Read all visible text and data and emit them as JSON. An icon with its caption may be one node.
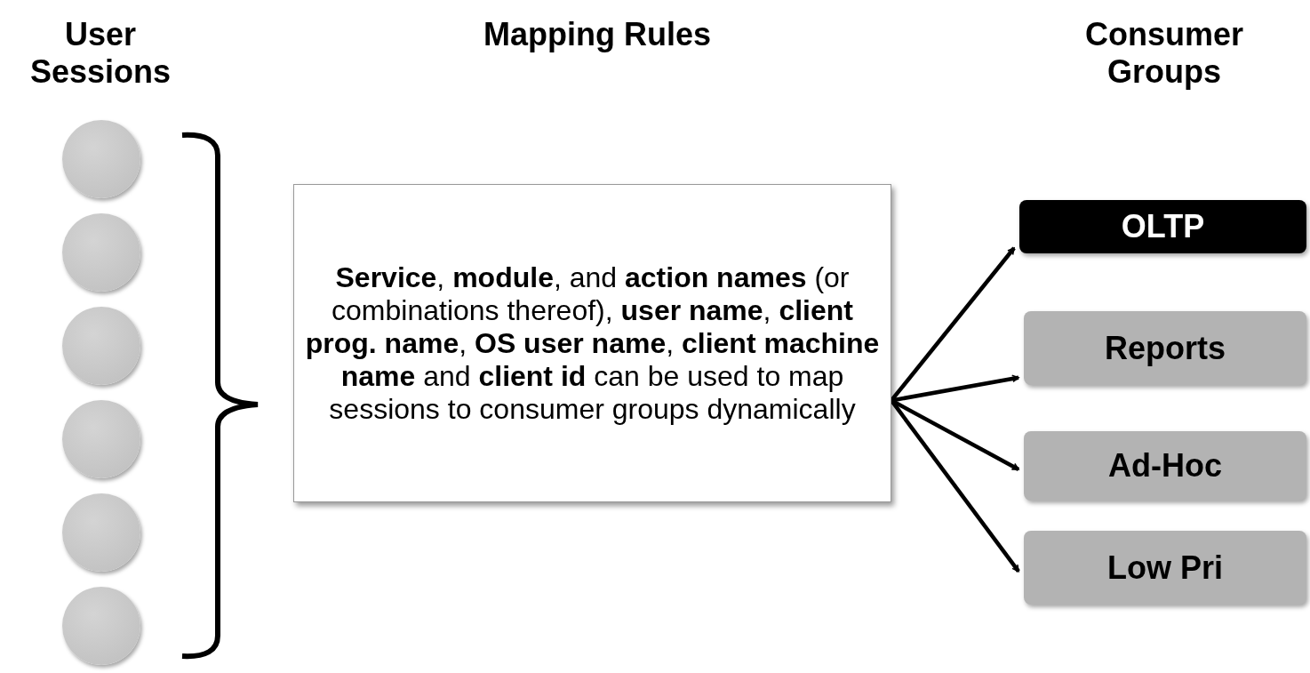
{
  "diagram": {
    "nodes": [
      {
        "text": [],
        "shape": "circle"
      },
      {
        "text": [],
        "shape": "circle"
      },
      {
        "text": [],
        "shape": "circle"
      },
      {
        "text": [],
        "shape": "circle"
      },
      {
        "text": [],
        "shape": "circle"
      },
      {
        "text": [],
        "shape": "circle"
      },
      {
        "text": [
          "**Service**, **module**, and **action names** (or combinations thereof), **user name**, **client prog. name**, **OS user name**, **client machine name** and **client id** can be used to map sessions to consumer groups dynamically"
        ]
      },
      {
        "text": [
          "OLTP"
        ]
      },
      {
        "text": [
          "Reports"
        ]
      },
      {
        "text": [
          "Ad-Hoc"
        ]
      },
      {
        "text": [
          "Low Pri"
        ]
      }
    ],
    "edges": [
      {
        "from": 6,
        "to": 7,
        "arrow": "to"
      },
      {
        "from": 6,
        "to": 8,
        "arrow": "to"
      },
      {
        "from": 6,
        "to": 9,
        "arrow": "to"
      },
      {
        "from": 6,
        "to": 10,
        "arrow": "to"
      }
    ],
    "labels": [
      "User Sessions",
      "Mapping Rules",
      "Consumer Groups"
    ]
  }
}
